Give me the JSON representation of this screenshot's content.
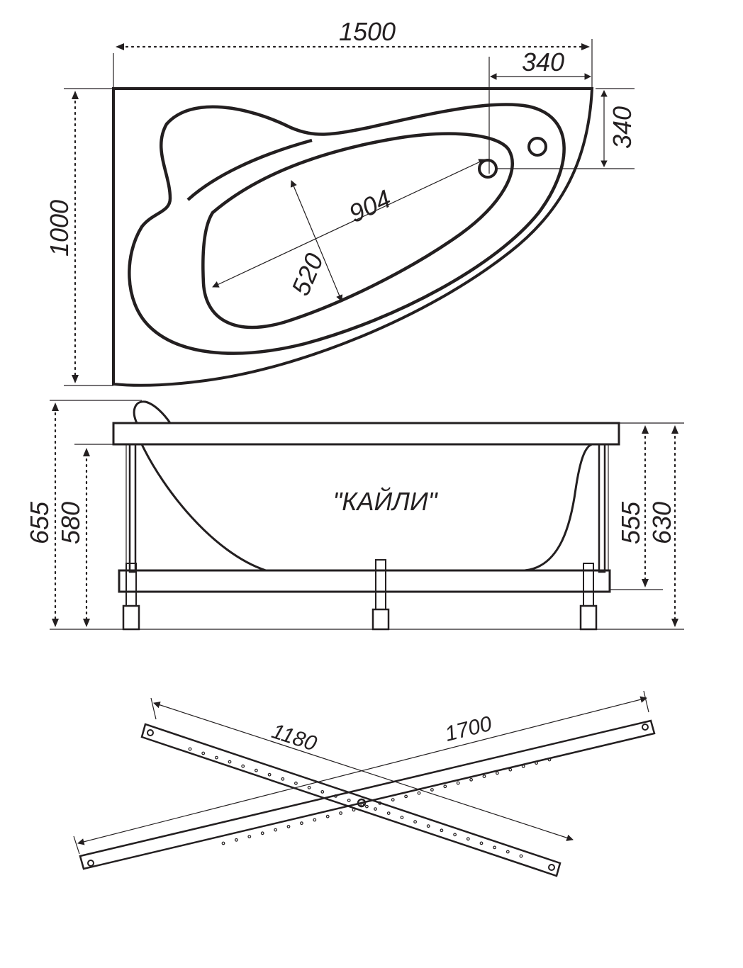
{
  "top_view": {
    "width": "1500",
    "drain_x": "340",
    "drain_y": "340",
    "height": "1000",
    "bowl_length": "904",
    "bowl_width": "520"
  },
  "side_view": {
    "title": "\"КАЙЛИ\"",
    "total_height": "655",
    "rim_height": "580",
    "frame_height": "555",
    "tub_height": "630"
  },
  "crossbars": {
    "short_bar": "1180",
    "long_bar": "1700"
  }
}
